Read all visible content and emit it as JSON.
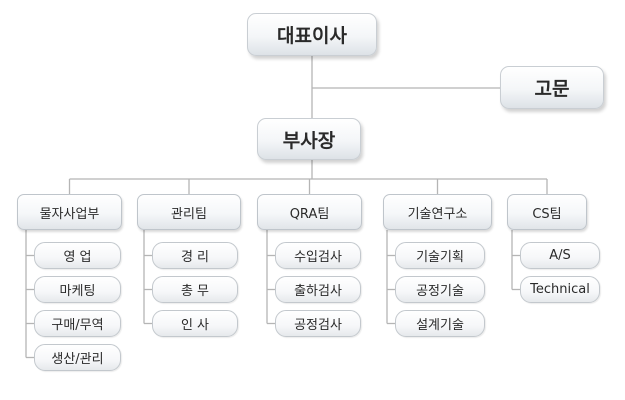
{
  "org": {
    "ceo": "대표이사",
    "advisor": "고문",
    "vp": "부사장",
    "departments": [
      {
        "name": "물자사업부",
        "teams": [
          "영 업",
          "마케팅",
          "구매/무역",
          "생산/관리"
        ]
      },
      {
        "name": "관리팀",
        "teams": [
          "경 리",
          "총 무",
          "인 사"
        ]
      },
      {
        "name": "QRA팀",
        "teams": [
          "수입검사",
          "출하검사",
          "공정검사"
        ]
      },
      {
        "name": "기술연구소",
        "teams": [
          "기술기획",
          "공정기술",
          "설계기술"
        ]
      },
      {
        "name": "CS팀",
        "teams": [
          "A/S",
          "Technical"
        ]
      }
    ]
  },
  "colors": {
    "line": "#b5b5b5",
    "text": "#2a2a2a"
  }
}
